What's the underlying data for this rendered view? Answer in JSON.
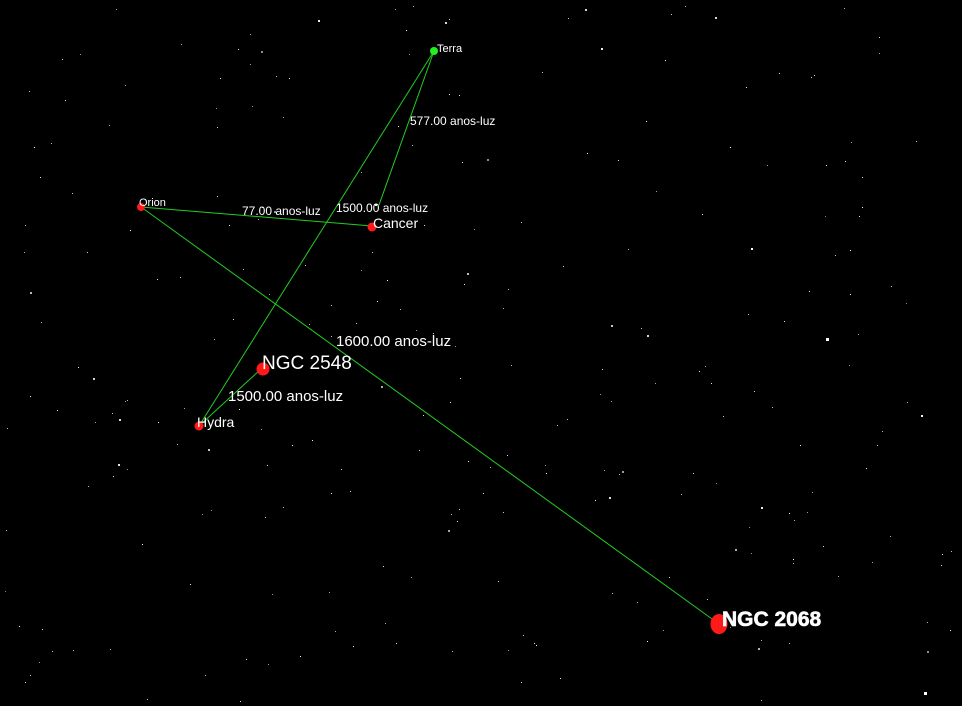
{
  "scene": {
    "background_color": "#000000",
    "link_color": "#22cc22",
    "origin_color": "#22ee22",
    "object_color": "#ff1a1a",
    "text_color": "#ffffff"
  },
  "objects": [
    {
      "id": "terra",
      "name": "Terra"
    },
    {
      "id": "orion",
      "name": "Orion"
    },
    {
      "id": "cancer",
      "name": "Cancer"
    },
    {
      "id": "hydra",
      "name": "Hydra"
    },
    {
      "id": "ngc2548",
      "name": "NGC 2548"
    },
    {
      "id": "ngc2068",
      "name": "NGC 2068"
    }
  ],
  "links": [
    {
      "from": "terra",
      "to": "cancer",
      "distance_label": "577.00 anos-luz"
    },
    {
      "from": "orion",
      "to": "cancer",
      "distance_label": "77.00 anos-luz"
    },
    {
      "from": "terra",
      "to": "hydra",
      "distance_label": "1500.00 anos-luz"
    },
    {
      "from": "orion",
      "to": "ngc2068",
      "distance_label": "1600.00 anos-luz"
    },
    {
      "from": "hydra",
      "to": "ngc2548",
      "distance_label": "1500.00 anos-luz"
    }
  ]
}
